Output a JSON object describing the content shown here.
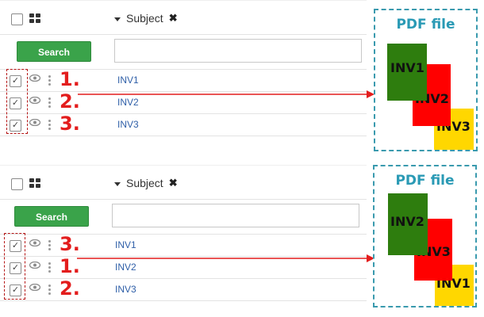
{
  "grids": [
    {
      "column_header": "Subject",
      "search_button": "Search",
      "rows": [
        {
          "order": "1.",
          "subject": "INV1"
        },
        {
          "order": "2.",
          "subject": "INV2"
        },
        {
          "order": "3.",
          "subject": "INV3"
        }
      ],
      "pdf": {
        "title": "PDF file",
        "pages": [
          "INV1",
          "INV2",
          "INV3"
        ]
      }
    },
    {
      "column_header": "Subject",
      "search_button": "Search",
      "rows": [
        {
          "order": "3.",
          "subject": "INV1"
        },
        {
          "order": "1.",
          "subject": "INV2"
        },
        {
          "order": "2.",
          "subject": "INV3"
        }
      ],
      "pdf": {
        "title": "PDF file",
        "pages": [
          "INV2",
          "INV3",
          "INV1"
        ]
      }
    }
  ],
  "colors": {
    "page_1": "#2e7d0e",
    "page_2": "#ff0000",
    "page_3": "#ffd700",
    "arrow": "#e31d1d",
    "search_button": "#3aa34a",
    "pdf_border": "#3a9aae",
    "link": "#2f5fa8"
  }
}
